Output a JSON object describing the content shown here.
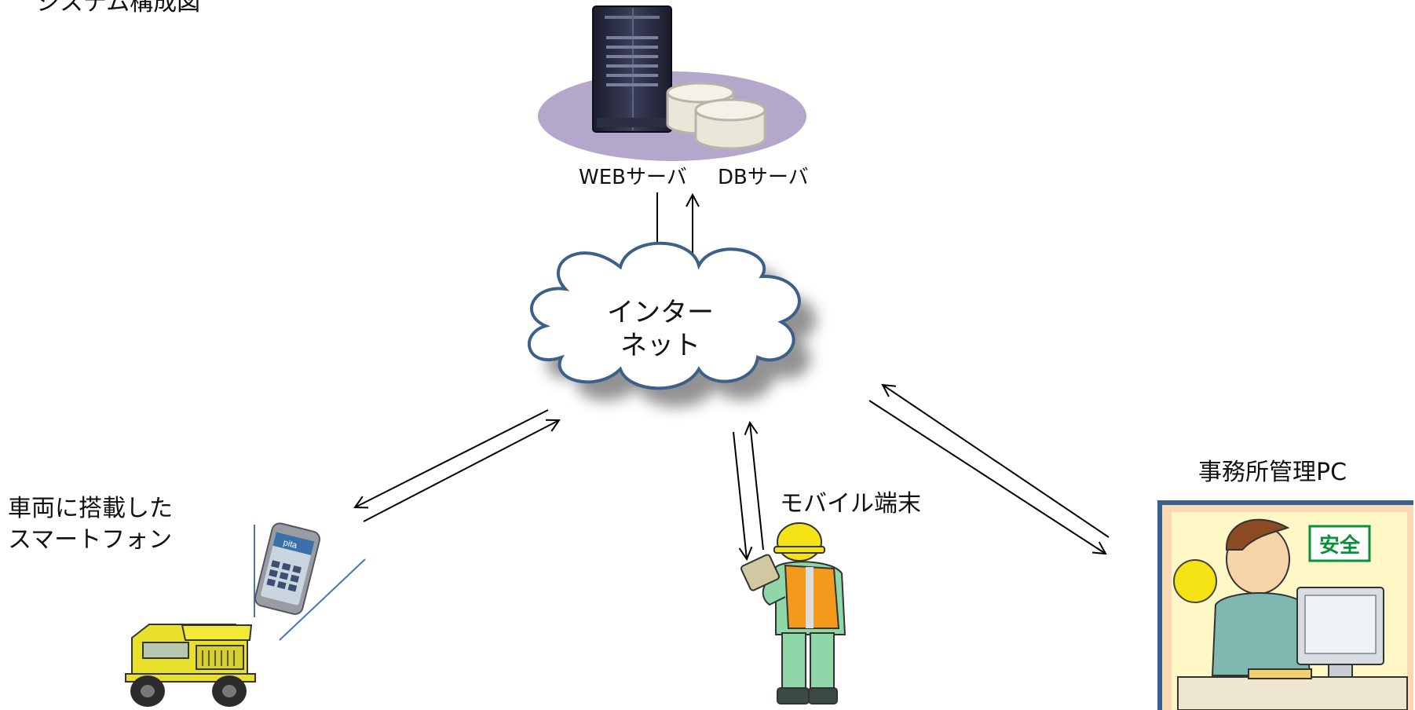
{
  "diagram": {
    "title": "システム構成図",
    "web_server_label": "WEBサーバ",
    "db_server_label": "DBサーバ",
    "cloud_line1": "インター",
    "cloud_line2": "ネット",
    "smartphone_line1": "車両に搭載した",
    "smartphone_line2": "スマートフォン",
    "mobile_label": "モバイル端末",
    "office_pc_label": "事務所管理PC",
    "smartphone_brand": "pita",
    "safety_sign": "安全"
  },
  "colors": {
    "ellipse": "#b4a7cc",
    "cloud_fill": "#ffffff",
    "cloud_stroke": "#3d6089",
    "truck_yellow": "#e8e02a",
    "vest_orange": "#f39a1c",
    "helmet_yellow": "#f6e316",
    "worker_green": "#8fd6a8",
    "office_frame": "#37608f",
    "office_bg": "#fbd8b4",
    "office_wall": "#fff7c6",
    "sign_green": "#0a8f3a"
  }
}
